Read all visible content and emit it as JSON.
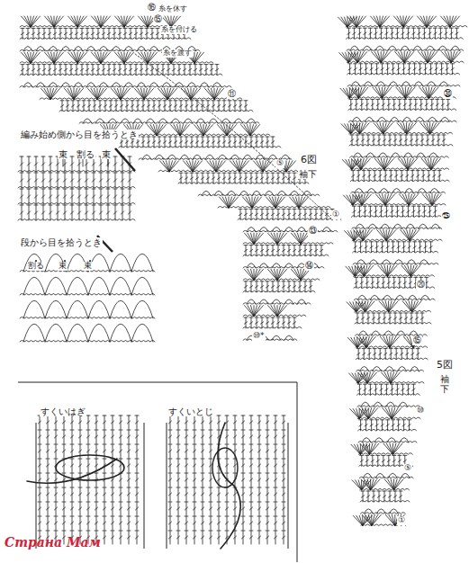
{
  "diagram": {
    "labels": [
      "⑯",
      "糸を休す",
      "⑮",
      "糸を付ける",
      "糸を渡す",
      "⑪",
      "⑤",
      "6図",
      "袖下",
      "①",
      "⑬",
      "⑭",
      "⑩*",
      "編み始め側から目を拾うとき",
      "束",
      "割る",
      "束",
      "段から目を拾うとき",
      "割る",
      "束",
      "束",
      "㉚",
      "㉕",
      "⑳",
      "⑮",
      "5図",
      "袖下",
      "⑩",
      "⑤",
      "①",
      "すくいはぎ",
      "すくいとじ",
      "Страна Мам"
    ]
  }
}
